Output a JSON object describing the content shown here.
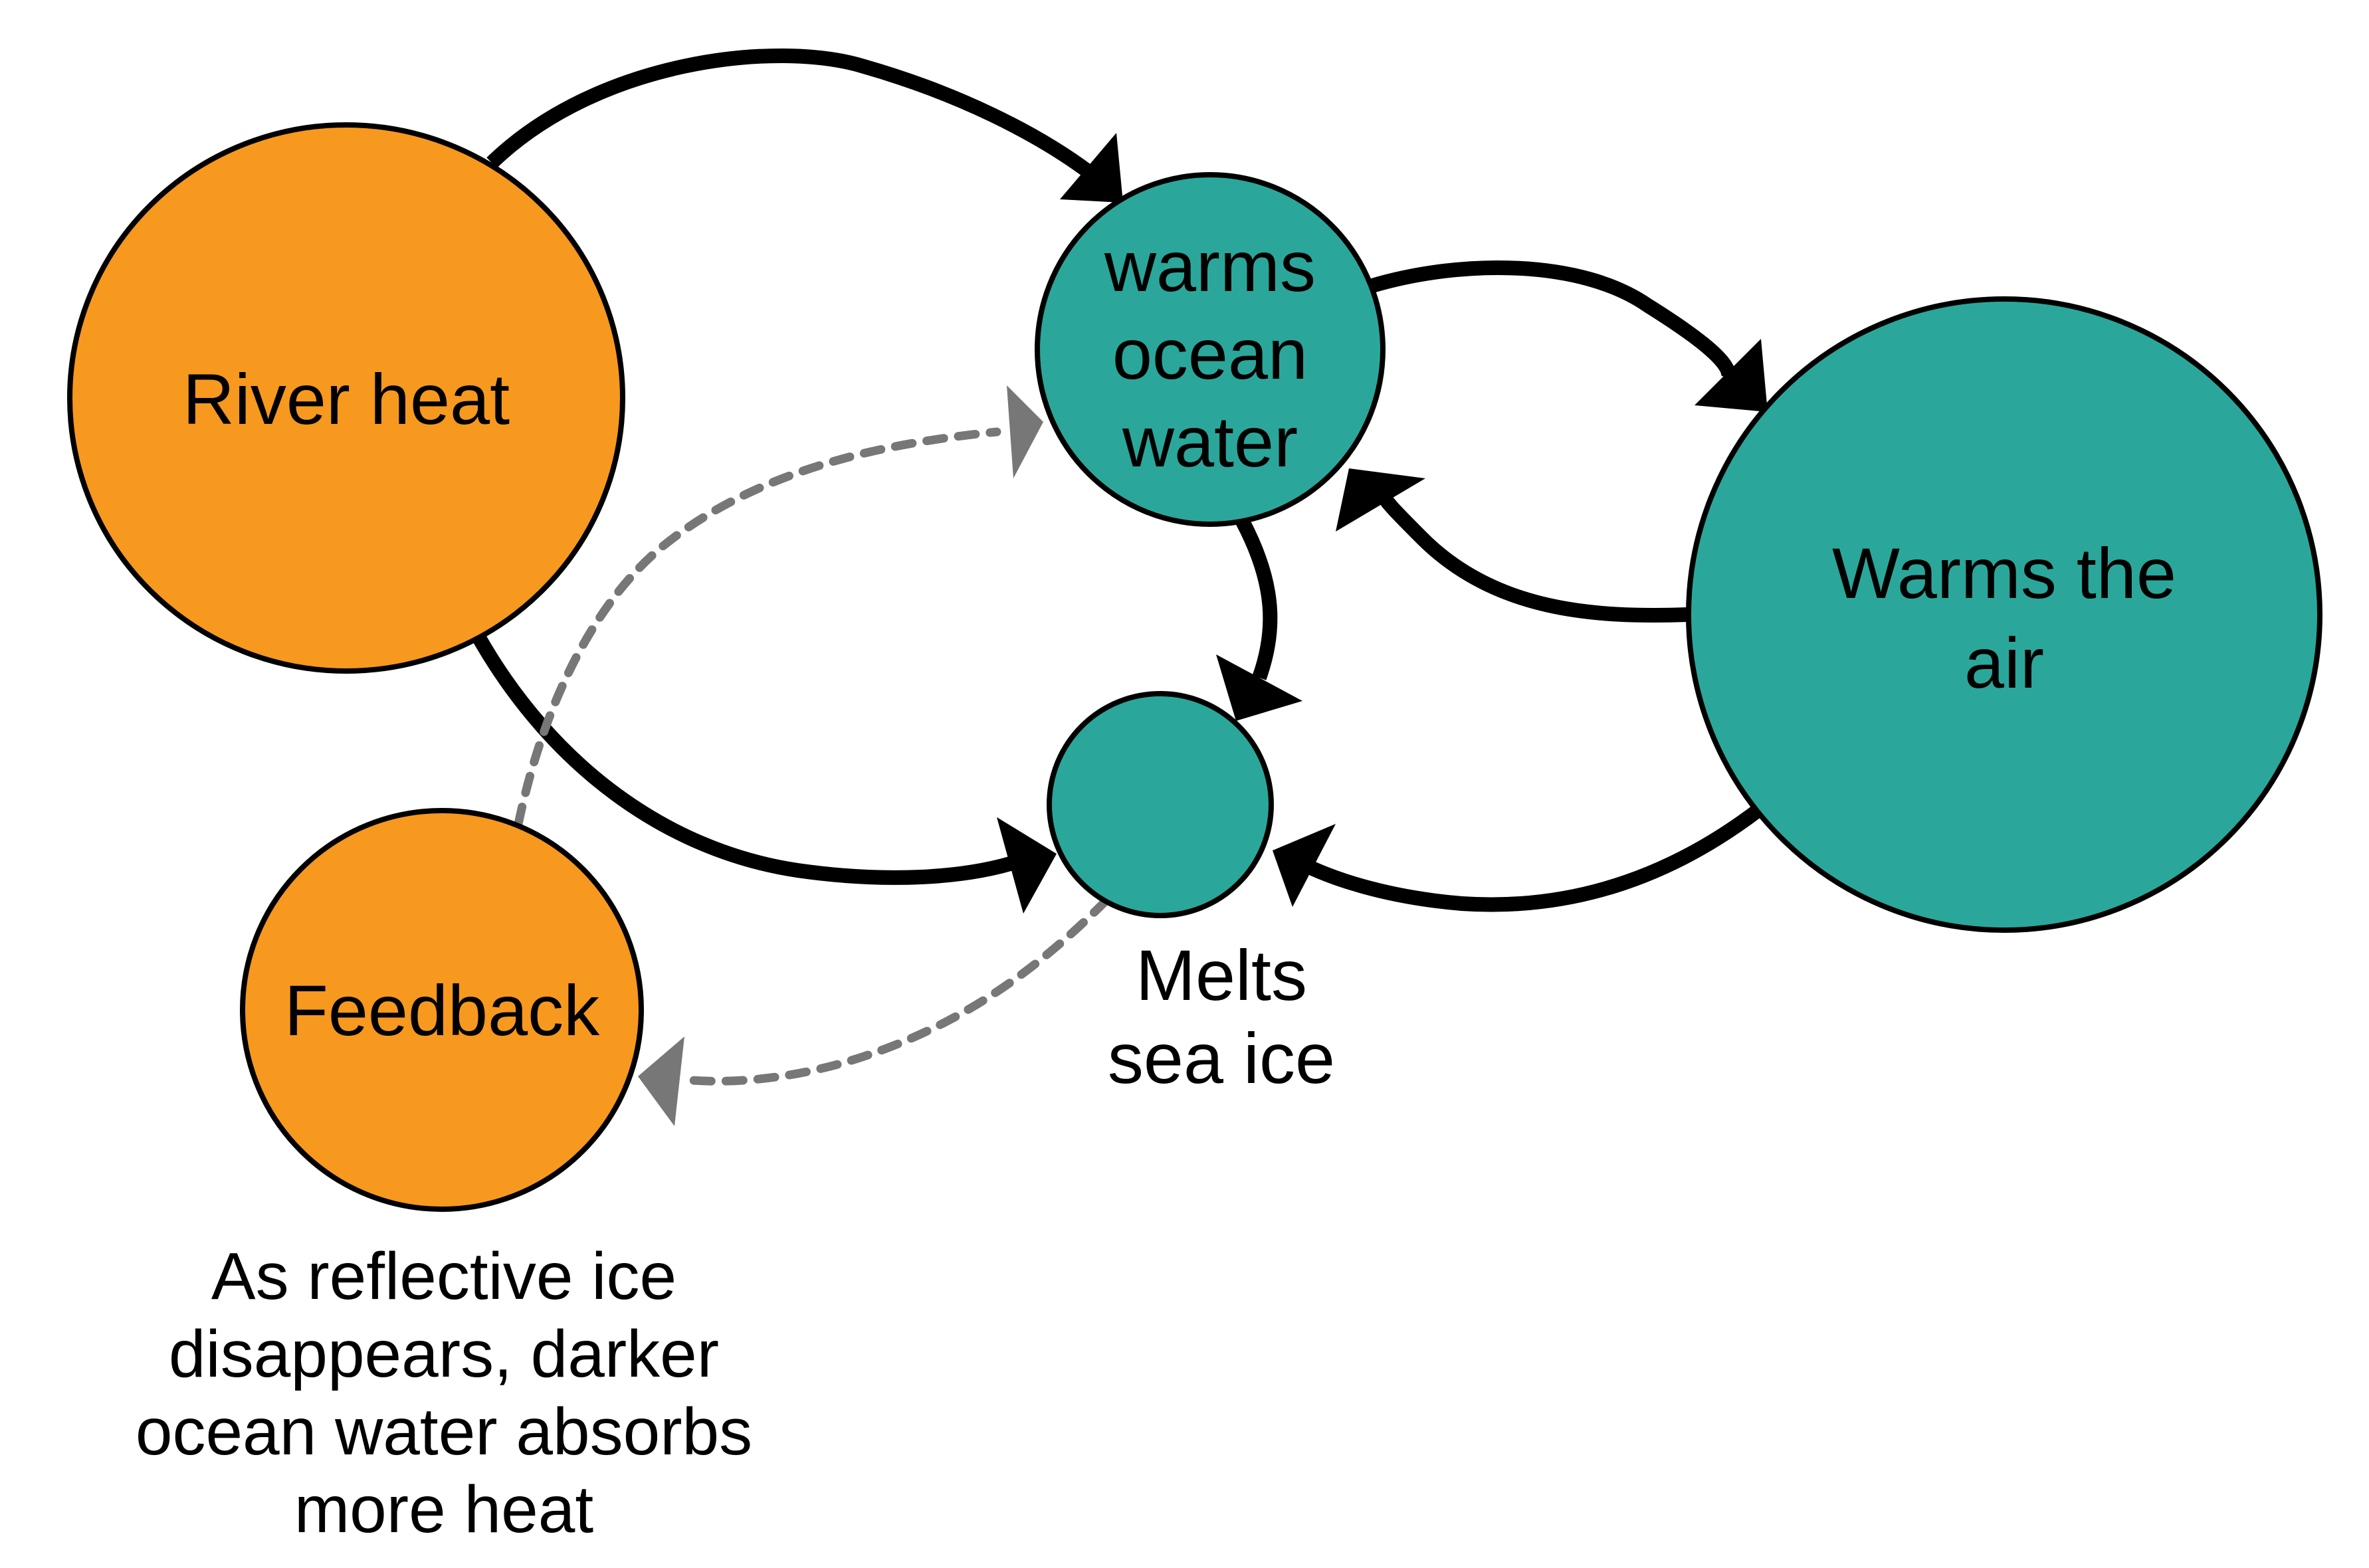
{
  "diagram": {
    "colors": {
      "orange": "#F7981F",
      "teal": "#2AA79A",
      "edge_black": "#000000",
      "edge_gray": "#777777"
    },
    "nodes": {
      "river_heat": {
        "lines": [
          "River heat"
        ]
      },
      "warms_ocean_water": {
        "lines": [
          "warms",
          "ocean",
          "water"
        ]
      },
      "warms_the_air": {
        "lines": [
          "Warms the",
          "air"
        ]
      },
      "melts_sea_ice": {
        "lines": [
          "Melts",
          "sea ice"
        ]
      },
      "feedback": {
        "lines": [
          "Feedback"
        ]
      }
    },
    "caption": {
      "lines": [
        "As reflective ice",
        "disappears, darker",
        "ocean water absorbs",
        "more heat"
      ]
    },
    "edges": [
      {
        "from": "River heat",
        "to": "warms ocean water",
        "style": "solid"
      },
      {
        "from": "River heat",
        "to": "Melts sea ice",
        "style": "solid"
      },
      {
        "from": "warms ocean water",
        "to": "Warms the air",
        "style": "solid"
      },
      {
        "from": "Warms the air",
        "to": "warms ocean water",
        "style": "solid"
      },
      {
        "from": "warms ocean water",
        "to": "Melts sea ice",
        "style": "solid"
      },
      {
        "from": "Warms the air",
        "to": "Melts sea ice",
        "style": "solid"
      },
      {
        "from": "Melts sea ice",
        "to": "Feedback",
        "style": "dashed"
      },
      {
        "from": "Feedback",
        "to": "warms ocean water",
        "style": "dashed"
      }
    ]
  }
}
